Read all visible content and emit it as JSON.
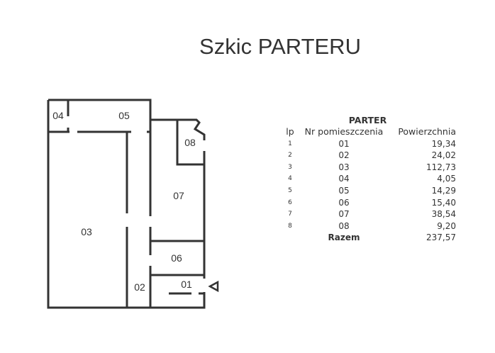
{
  "title": "Szkic PARTERU",
  "plan": {
    "rooms": [
      {
        "id": "04",
        "label": "04"
      },
      {
        "id": "05",
        "label": "05"
      },
      {
        "id": "08",
        "label": "08"
      },
      {
        "id": "07",
        "label": "07"
      },
      {
        "id": "03",
        "label": "03"
      },
      {
        "id": "06",
        "label": "06"
      },
      {
        "id": "02",
        "label": "02"
      },
      {
        "id": "01",
        "label": "01"
      }
    ],
    "entrance_icon": "triangle-left-icon",
    "wall_color": "#333333"
  },
  "table": {
    "caption": "PARTER",
    "headers": [
      "lp",
      "Nr pomieszczenia",
      "Powierzchnia"
    ],
    "rows": [
      [
        "1",
        "01",
        "19,34"
      ],
      [
        "2",
        "02",
        "24,02"
      ],
      [
        "3",
        "03",
        "112,73"
      ],
      [
        "4",
        "04",
        "4,05"
      ],
      [
        "5",
        "05",
        "14,29"
      ],
      [
        "6",
        "06",
        "15,40"
      ],
      [
        "7",
        "07",
        "38,54"
      ],
      [
        "8",
        "08",
        "9,20"
      ]
    ],
    "total_label": "Razem",
    "total_value": "237,57"
  }
}
